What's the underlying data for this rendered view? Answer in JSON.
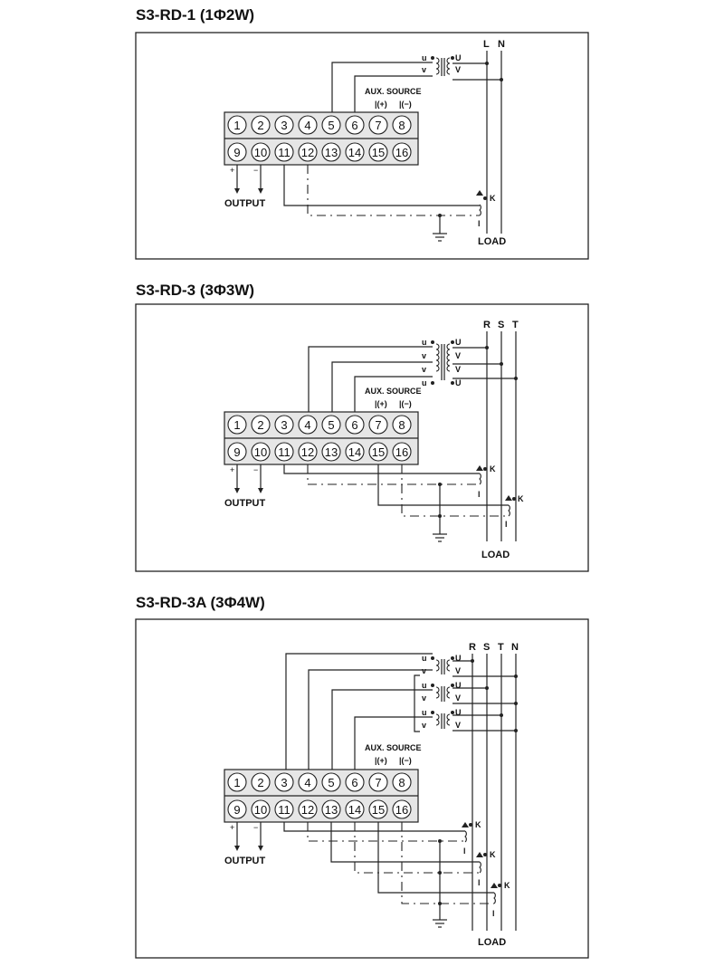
{
  "diagrams": [
    {
      "title": "S3-RD-1 (1Φ2W)",
      "lines": [
        "L",
        "N"
      ],
      "pt_labels": {
        "primary_top": "U",
        "primary_bottom": "V",
        "secondary_top": "u",
        "secondary_bottom": "v"
      },
      "aux_source": "AUX. SOURCE",
      "aux_polarity": [
        "|(+)",
        "|(−)"
      ],
      "terminals_top": [
        "1",
        "2",
        "3",
        "4",
        "5",
        "6",
        "7",
        "8"
      ],
      "terminals_bottom": [
        "9",
        "10",
        "11",
        "12",
        "13",
        "14",
        "15",
        "16"
      ],
      "output_polarity": [
        "+",
        "−"
      ],
      "output_label": "OUTPUT",
      "ct_label_k": "K",
      "ct_label_l": "l",
      "load_label": "LOAD"
    },
    {
      "title": "S3-RD-3 (3Φ3W)",
      "lines": [
        "R",
        "S",
        "T"
      ],
      "pt_labels": {
        "primary_top": "U",
        "primary_bottom": "V",
        "secondary_top": "u",
        "secondary_bottom": "v"
      },
      "aux_source": "AUX. SOURCE",
      "aux_polarity": [
        "|(+)",
        "|(−)"
      ],
      "terminals_top": [
        "1",
        "2",
        "3",
        "4",
        "5",
        "6",
        "7",
        "8"
      ],
      "terminals_bottom": [
        "9",
        "10",
        "11",
        "12",
        "13",
        "14",
        "15",
        "16"
      ],
      "output_polarity": [
        "+",
        "−"
      ],
      "output_label": "OUTPUT",
      "ct_label_k": "K",
      "ct_label_l": "l",
      "load_label": "LOAD"
    },
    {
      "title": "S3-RD-3A (3Φ4W)",
      "lines": [
        "R",
        "S",
        "T",
        "N"
      ],
      "pt_labels": {
        "primary_top": "U",
        "primary_bottom": "V",
        "secondary_top": "u",
        "secondary_bottom": "v"
      },
      "aux_source": "AUX. SOURCE",
      "aux_polarity": [
        "|(+)",
        "|(−)"
      ],
      "terminals_top": [
        "1",
        "2",
        "3",
        "4",
        "5",
        "6",
        "7",
        "8"
      ],
      "terminals_bottom": [
        "9",
        "10",
        "11",
        "12",
        "13",
        "14",
        "15",
        "16"
      ],
      "output_polarity": [
        "+",
        "−"
      ],
      "output_label": "OUTPUT",
      "ct_label_k": "K",
      "ct_label_l": "l",
      "load_label": "LOAD"
    }
  ]
}
